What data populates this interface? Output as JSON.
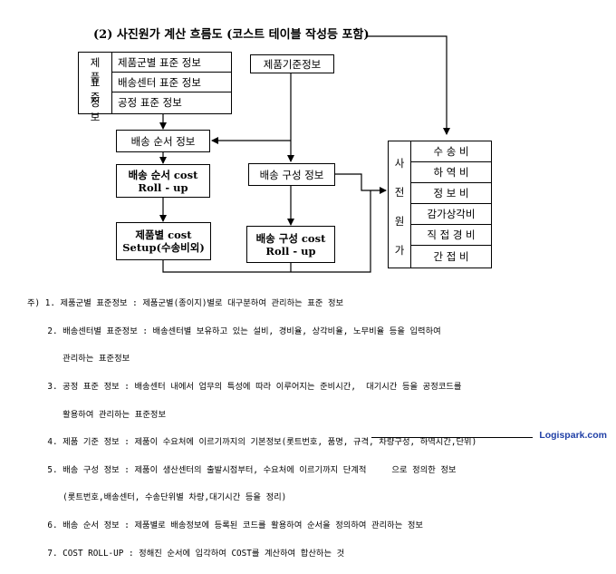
{
  "title": "(2) 사진원가 계산 흐름도 (코스트 테이블 작성등 포함)",
  "standard_info": {
    "side_label": [
      "제품",
      "표준",
      "정보"
    ],
    "items": [
      "제품군별 표준 정보",
      "배송센터 표준 정보",
      "공정 표준 정보"
    ]
  },
  "product_base_info": "제품기준정보",
  "delivery_order_info": "배송 순서 정보",
  "delivery_order_cost": [
    "배송 순서 cost",
    "Roll - up"
  ],
  "delivery_config_info": "배송 구성 정보",
  "product_cost": [
    "제품별 cost",
    "Setup(수송비외)"
  ],
  "delivery_config_cost": [
    "배송 구성 cost",
    "Roll - up"
  ],
  "pre_cost": {
    "side_label": [
      "사",
      "전",
      "원",
      "가"
    ],
    "items": [
      "수 송 비",
      "하 역 비",
      "정 보 비",
      "감가상각비",
      "직 접 경 비",
      "간 접 비"
    ]
  },
  "notes": [
    "주) 1. 제품군별 표준정보 : 제품군별(종이지)별로 대구분하여 관리하는 표준 정보",
    "    2. 배송센터별 표준정보 : 배송센터별 보유하고 있는 설비, 경비율, 상각비율, 노무비율 등을 입력하여",
    "       관리하는 표준정보",
    "    3. 공정 표준 정보 : 배송센터 내에서 업무의 특성에 따라 이루어지는 준비시간,  대기시간 등을 공정코드를",
    "       활용하여 관리하는 표준정보",
    "    4. 제품 기준 정보 : 제품이 수요처에 이르기까지의 기본정보(롯트번호, 품명, 규격, 차량구성, 하역시간,단위)",
    "    5. 배송 구성 정보 : 제품이 생산센터의 출발시점부터, 수요처에 이르기까지 단계적     으로 정의한 정보",
    "       (롯트번호,배송센터, 수송단위별 차량,대기시간 등을 정리)",
    "    6. 배송 순서 정보 : 제품별로 배송정보에 등록된 코드를 활용하여 순서을 정의하여 관리하는 정보",
    "    7. COST ROLL-UP : 정해진 순서에 입각하여 COST를 계산하여 합산하는 것"
  ],
  "brand": "Logispark.com"
}
